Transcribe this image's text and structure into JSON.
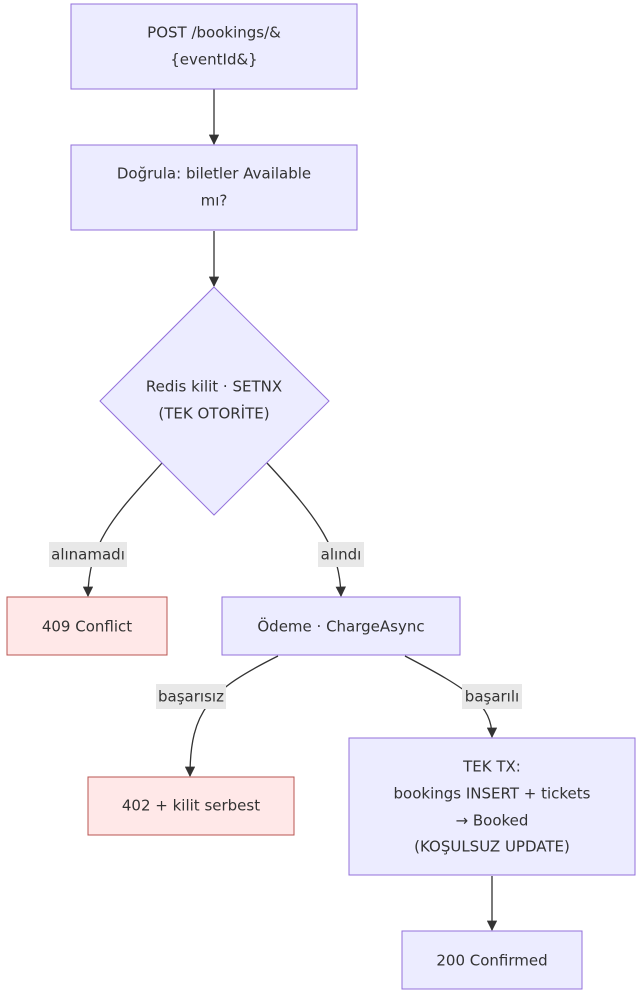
{
  "colors": {
    "node_fill": "#ECECFF",
    "node_stroke": "#9370DB",
    "error_fill": "#FFE8E8",
    "error_stroke": "#B85450",
    "edge": "#333333",
    "label_bg": "#E8E8E8"
  },
  "nodes": {
    "post": {
      "lines": [
        "POST /bookings/&",
        "{eventId&}"
      ]
    },
    "validate": {
      "lines": [
        "Doğrula: biletler Available",
        "mı?"
      ]
    },
    "lock": {
      "lines": [
        "Redis kilit · SETNX",
        "(TEK OTORİTE)"
      ]
    },
    "conflict": {
      "lines": [
        "409 Conflict"
      ]
    },
    "payment": {
      "lines": [
        "Ödeme · ChargeAsync"
      ]
    },
    "release": {
      "lines": [
        "402 + kilit serbest"
      ]
    },
    "tx": {
      "lines": [
        "TEK TX:",
        "bookings INSERT + tickets",
        "→ Booked",
        "(KOŞULSUZ UPDATE)"
      ]
    },
    "confirmed": {
      "lines": [
        "200 Confirmed"
      ]
    }
  },
  "edges": {
    "not_acquired": "alınamadı",
    "acquired": "alındı",
    "failed": "başarısız",
    "succeeded": "başarılı"
  }
}
